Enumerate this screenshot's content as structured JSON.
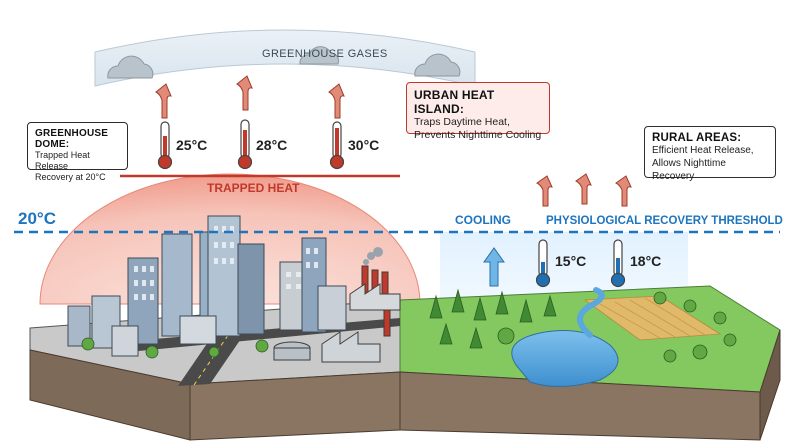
{
  "labels": {
    "greenhouse_gases": "GREENHOUSE GASES",
    "trapped_heat": "TRAPPED HEAT",
    "threshold_temp": "20°C",
    "cooling": "COOLING",
    "recovery_threshold": "PHYSIOLOGICAL RECOVERY THRESHOLD"
  },
  "urban_thermometers": [
    "25°C",
    "28°C",
    "30°C"
  ],
  "rural_thermometers": [
    "15°C",
    "18°C"
  ],
  "greenhouse_dome_box": {
    "title": "GREENHOUSE DOME:",
    "line1": "Trapped Heat Release",
    "line2": "Recovery at 20°C"
  },
  "urban_heat_island_box": {
    "title": "URBAN HEAT ISLAND:",
    "line1": "Traps Daytime Heat,",
    "line2": "Prevents Nighttime Cooling"
  },
  "rural_areas_box": {
    "title": "RURAL AREAS:",
    "line1": "Efficient Heat Release,",
    "line2": "Allows Nighttime Recovery"
  },
  "colors": {
    "heat_red": "#c0392b",
    "dome_fill": "#f6c3b8",
    "cool_blue": "#1f6fb2",
    "threshold_blue": "#1d74bf",
    "grass": "#7cc45a",
    "water": "#5aa8de",
    "sky_band": "#dfeaf2"
  },
  "icons": [
    "cloud-icon",
    "thermometer-hot-icon",
    "thermometer-cold-icon",
    "heat-arrow-icon",
    "cool-arrow-icon",
    "tree-icon",
    "factory-icon",
    "building-icon"
  ]
}
